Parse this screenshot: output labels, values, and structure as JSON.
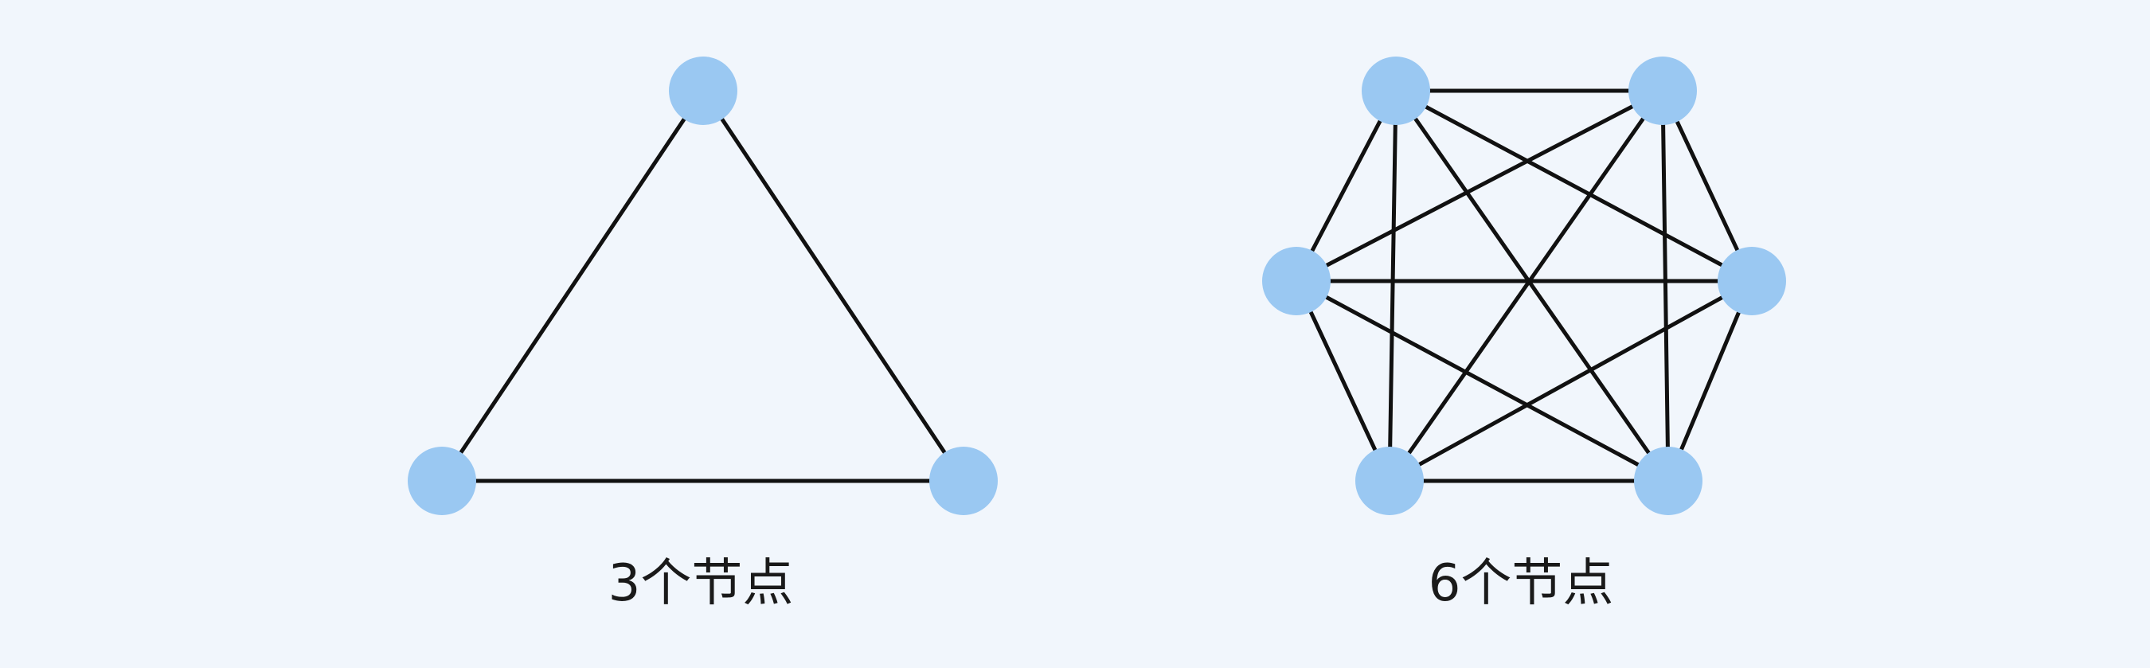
{
  "diagrams": [
    {
      "caption": "3个节点",
      "node_count": 3,
      "node_color": "#9ac8f2",
      "edge_color": "#111111"
    },
    {
      "caption": "6个节点",
      "node_count": 6,
      "node_color": "#9ac8f2",
      "edge_color": "#111111"
    }
  ]
}
